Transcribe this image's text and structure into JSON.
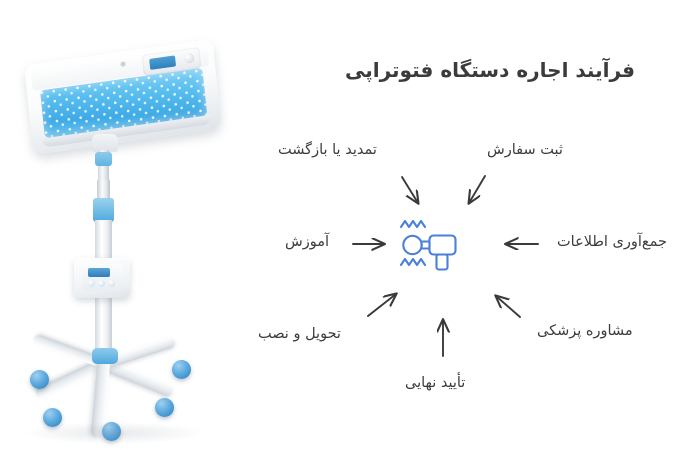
{
  "header": {
    "title": "فرآیند اجاره دستگاه فتوتراپی"
  },
  "colors": {
    "title_text": "#3b3b3b",
    "label_text": "#3c3c3c",
    "icon_blue": "#4a80d6",
    "arrow_gray": "#3a3a3a",
    "led_blue": "#4fb6ea",
    "caster_blue": "#5aa9de",
    "background": "#ffffff"
  },
  "product_image": {
    "name": "phototherapy-device-photo",
    "alt": "دستگاه فتوتراپی پایه‌دار با پنل LED آبی",
    "parts": {
      "lamp_head": "پنل LED فتوتراپی",
      "control_panel": "پنل کنترل",
      "pole": "پایه تلسکوپی",
      "control_box": "جعبه کنترل",
      "base": "پایه پنج‌پره چرخ‌دار"
    }
  },
  "diagram": {
    "type": "radial-process",
    "center": {
      "icon": "therapy-device-icon",
      "label": ""
    },
    "nodes": [
      {
        "id": "node-order",
        "label": "ثبت سفارش",
        "position": "top-right",
        "arrow": "down-left"
      },
      {
        "id": "node-renew-return",
        "label": "تمدید یا بازگشت",
        "position": "top-left",
        "arrow": "down-right"
      },
      {
        "id": "node-info",
        "label": "جمع‌آوری اطلاعات",
        "position": "right",
        "arrow": "left"
      },
      {
        "id": "node-training",
        "label": "آموزش",
        "position": "left",
        "arrow": "right"
      },
      {
        "id": "node-consult",
        "label": "مشاوره پزشکی",
        "position": "bottom-right",
        "arrow": "up-left"
      },
      {
        "id": "node-delivery",
        "label": "تحویل و نصب",
        "position": "bottom-left",
        "arrow": "up-right"
      },
      {
        "id": "node-final",
        "label": "تأیید نهایی",
        "position": "bottom",
        "arrow": "up"
      }
    ]
  }
}
